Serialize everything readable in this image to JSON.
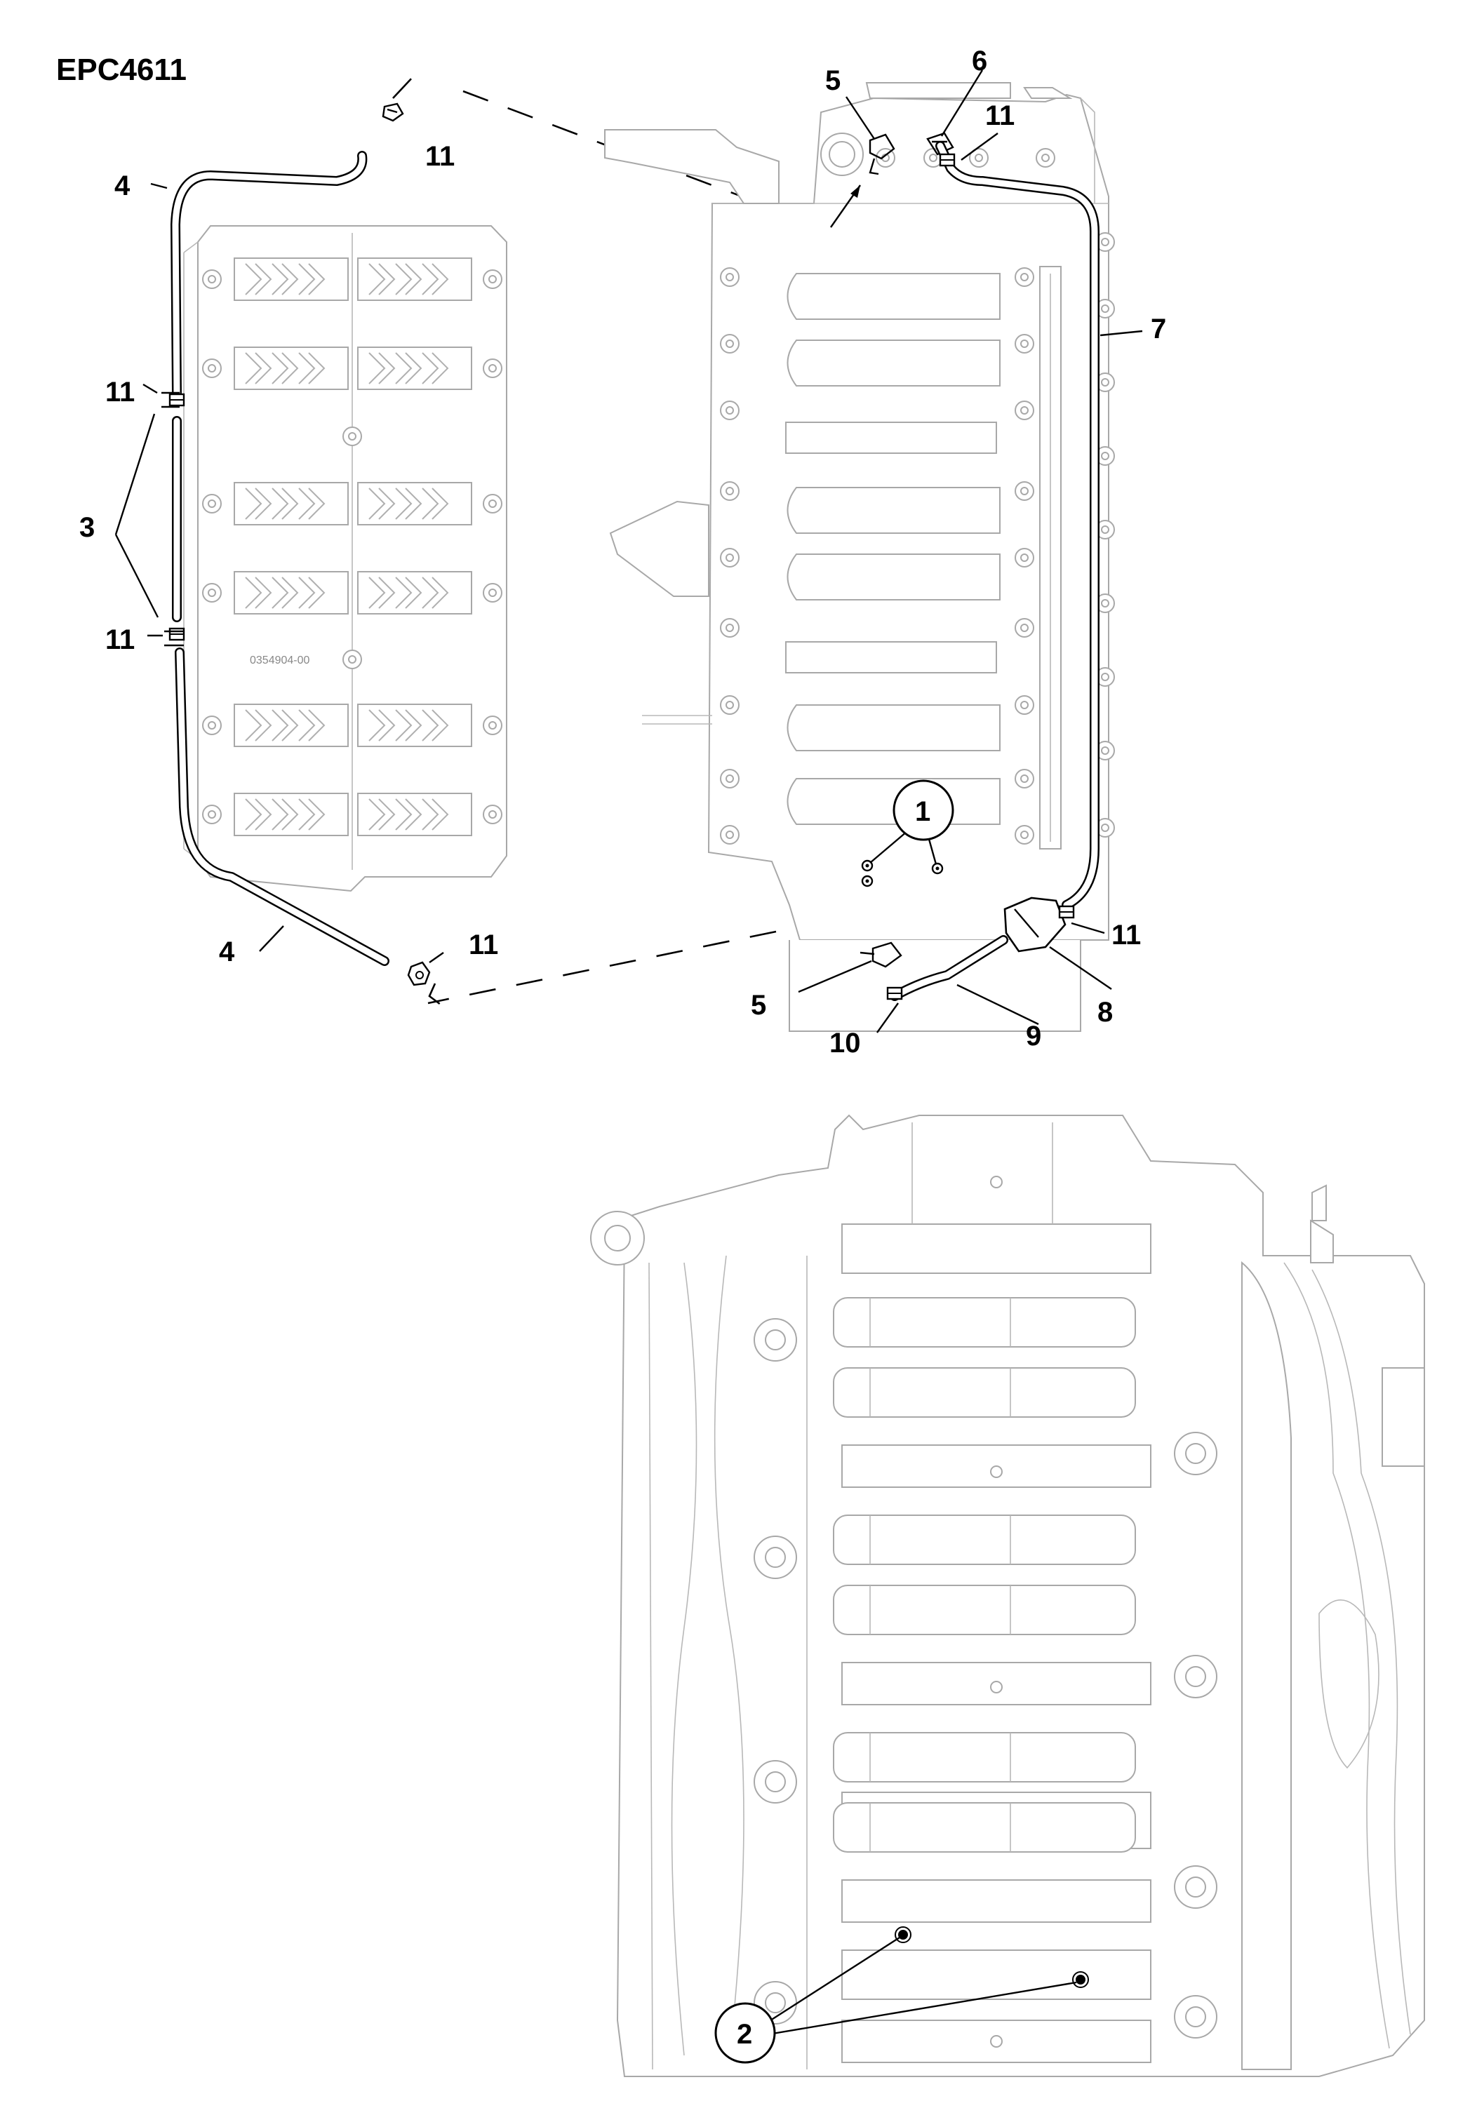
{
  "diagram": {
    "title": "EPC4611",
    "part_stamp": "0354904-00",
    "callouts": {
      "c1": "1",
      "c2": "2",
      "c3": "3",
      "c4_top": "4",
      "c4_bottom": "4",
      "c5_top": "5",
      "c5_bottom": "5",
      "c6": "6",
      "c7": "7",
      "c8": "8",
      "c9": "9",
      "c10": "10",
      "c11_top_left": "11",
      "c11_top_right": "11",
      "c11_left_upper": "11",
      "c11_left_lower": "11",
      "c11_bottom_left": "11",
      "c11_right": "11"
    }
  }
}
